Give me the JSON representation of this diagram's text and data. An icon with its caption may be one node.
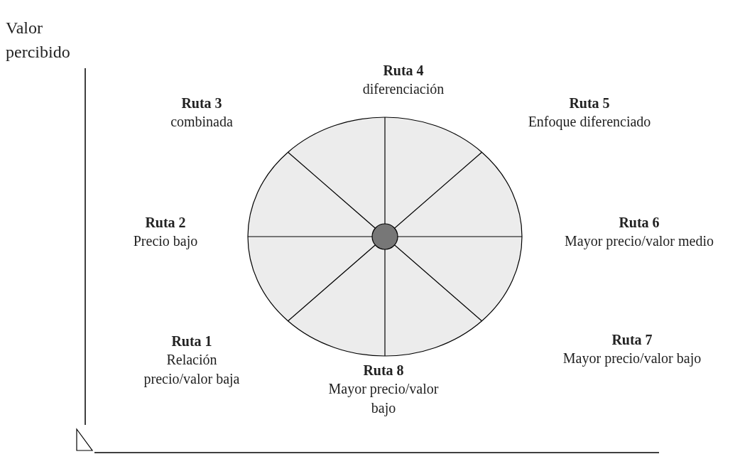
{
  "diagram": {
    "labels": [
      "Valor percibido",
      "Ruta 4",
      "diferenciación",
      "Ruta 3",
      "combinada",
      "Ruta 5",
      "Enfoque diferenciado",
      "Ruta 2",
      "Precio bajo",
      "Ruta 6",
      "Mayor precio/valor medio",
      "Ruta 1",
      "Relación precio/valor baja",
      "Ruta 7",
      "Mayor precio/valor bajo",
      "Ruta 8",
      "Mayor precio/valor bajo"
    ]
  }
}
